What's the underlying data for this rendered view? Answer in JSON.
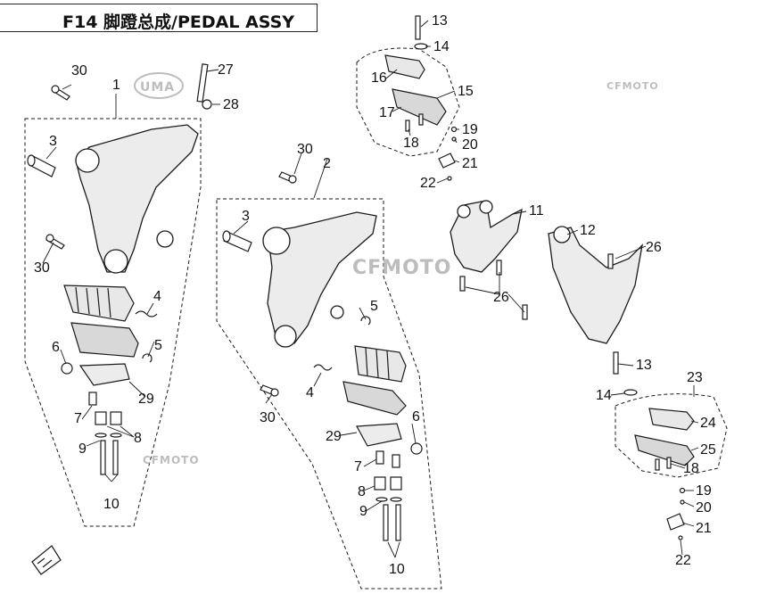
{
  "title": "F14 脚蹬总成/PEDAL ASSY",
  "watermarks": {
    "uma": "UMA",
    "cfmoto": "CFMOTO"
  },
  "labels": {
    "l1": "1",
    "l2": "2",
    "l3a": "3",
    "l3b": "3",
    "l4a": "4",
    "l4b": "4",
    "l5a": "5",
    "l5b": "5",
    "l6a": "6",
    "l6b": "6",
    "l7a": "7",
    "l7b": "7",
    "l8a": "8",
    "l8b": "8",
    "l9a": "9",
    "l9b": "9",
    "l10a": "10",
    "l10b": "10",
    "l11": "11",
    "l12": "12",
    "l13a": "13",
    "l13b": "13",
    "l14a": "14",
    "l14b": "14",
    "l15": "15",
    "l16": "16",
    "l17": "17",
    "l18a": "18",
    "l18b": "18",
    "l19a": "19",
    "l19b": "19",
    "l20a": "20",
    "l20b": "20",
    "l21a": "21",
    "l21b": "21",
    "l22a": "22",
    "l22b": "22",
    "l23": "23",
    "l24": "24",
    "l25": "25",
    "l26a": "26",
    "l26b": "26",
    "l27": "27",
    "l28": "28",
    "l29a": "29",
    "l29b": "29",
    "l30a": "30",
    "l30b": "30",
    "l30c": "30",
    "l30d": "30"
  },
  "colors": {
    "line": "#1a1a1a",
    "watermark": "#bdbdbd",
    "part_fill": "#d6d6d6"
  }
}
